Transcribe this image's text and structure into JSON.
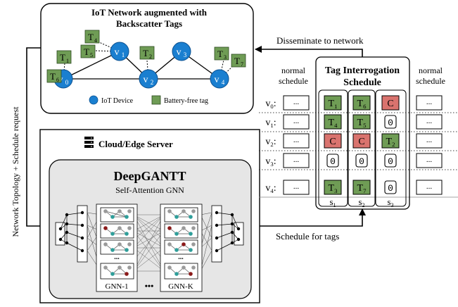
{
  "iot_panel": {
    "title_line1": "IoT Network augmented with",
    "title_line2": "Backscatter Tags",
    "devices": [
      "v0",
      "v1",
      "v2",
      "v3",
      "v4"
    ],
    "tags": [
      "T1",
      "T2",
      "T3",
      "T4",
      "T5",
      "T6",
      "T7"
    ],
    "legend_device": "IoT Device",
    "legend_tag": "Battery-free tag"
  },
  "arrows": {
    "disseminate": "Disseminate to network",
    "topology_request": "Network Topology + Schedule request",
    "schedule_for_tags": "Schedule for tags"
  },
  "server": {
    "title": "Cloud/Edge Server",
    "model_name": "DeepGANTT",
    "model_subtitle": "Self-Attention GNN",
    "gnn_first": "GNN-1",
    "gnn_last": "GNN-K",
    "dots": "...",
    "ellipsis": "•••"
  },
  "schedule": {
    "title_line1": "Tag Interrogation",
    "title_line2": "Schedule",
    "normal_left_line1": "normal",
    "normal_left_line2": "schedule",
    "normal_right_line1": "normal",
    "normal_right_line2": "schedule",
    "row_labels": [
      "v0:",
      "v1:",
      "v2:",
      "v3:",
      "v4:"
    ],
    "col_labels": [
      "s1",
      "s2",
      "s3"
    ],
    "cells": [
      [
        "T1",
        "T6",
        "C"
      ],
      [
        "T4",
        "T5",
        "0"
      ],
      [
        "C",
        "C",
        "T2"
      ],
      [
        "0",
        "0",
        "0"
      ],
      [
        "T3",
        "T7",
        "0"
      ]
    ],
    "normal_cell": "...",
    "colors": {
      "tag": "#6f9c55",
      "carrier": "#d9736e",
      "device": "#1a7fd0"
    }
  }
}
